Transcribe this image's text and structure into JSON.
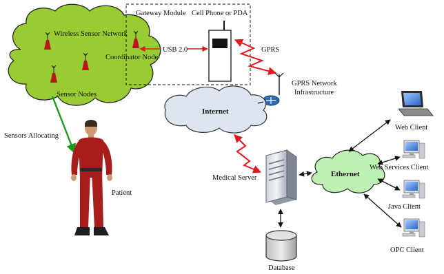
{
  "labels": {
    "gateway_module": "Gateway Module",
    "cell_phone": "Cell Phone or PDA",
    "wsn": "Wireless Sensor Network",
    "coordinator": "Coordinator Node",
    "usb": "USB 2.0",
    "gprs": "GPRS",
    "gprs_infra_line1": "GPRS Network",
    "gprs_infra_line2": "Infrastructure",
    "sensor_nodes": "Sensor Nodes",
    "internet": "Internet",
    "sensors_allocating": "Sensors Allocating",
    "patient": "Patient",
    "ethernet": "Ethernet",
    "medical_server": "Medical Server",
    "database": "Database",
    "web_client": "Web Client",
    "web_services_client": "Web Services Client",
    "java_client": "Java Client",
    "opc_client": "OPC Client"
  },
  "colors": {
    "wsn_cloud": "#99cc33",
    "internet_cloud": "#dde6f0",
    "ethernet_cloud": "#bff0b4",
    "wireless_links": "#e0191c",
    "sensor_link": "#1a9a1a",
    "patient_suit": "#a81c1c",
    "sensor_node": "#b31a1a"
  }
}
